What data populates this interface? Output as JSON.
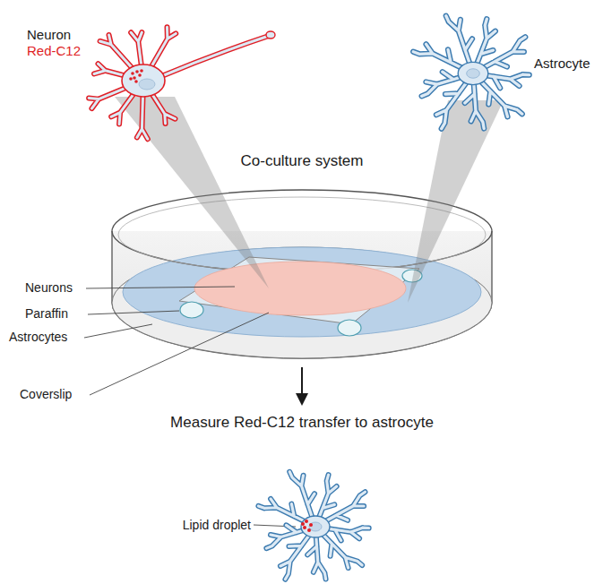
{
  "diagram": {
    "labels": [
      "Neuron",
      "Red-C12",
      "Astrocyte",
      "Co-culture system",
      "Neurons",
      "Paraffin",
      "Astrocytes",
      "Coverslip",
      "Measure Red-C12 transfer to astrocyte",
      "Lipid droplet"
    ]
  }
}
